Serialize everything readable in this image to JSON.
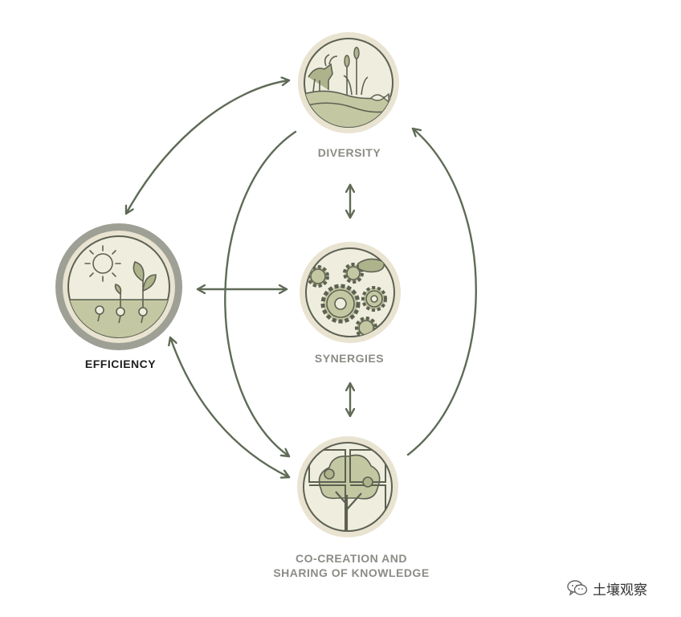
{
  "nodes": {
    "diversity": "DIVERSITY",
    "synergies": "SYNERGIES",
    "efficiency": "EFFICIENCY",
    "cocreation_line1": "CO-CREATION AND",
    "cocreation_line2": "SHARING OF KNOWLEDGE"
  },
  "watermark": {
    "text": "土壤观察",
    "icon": "wechat-icon"
  },
  "colors": {
    "arrow": "#5f6b56",
    "ring_light": "#e9e3d1",
    "ring_dark": "#9ea095",
    "fill_light": "#eeeedf",
    "fill_green": "#c4c8a2",
    "fill_green_dark": "#aeb38b",
    "line": "#5d6153",
    "label_muted": "#8a8d86",
    "label_dark": "#1e1e1e"
  }
}
